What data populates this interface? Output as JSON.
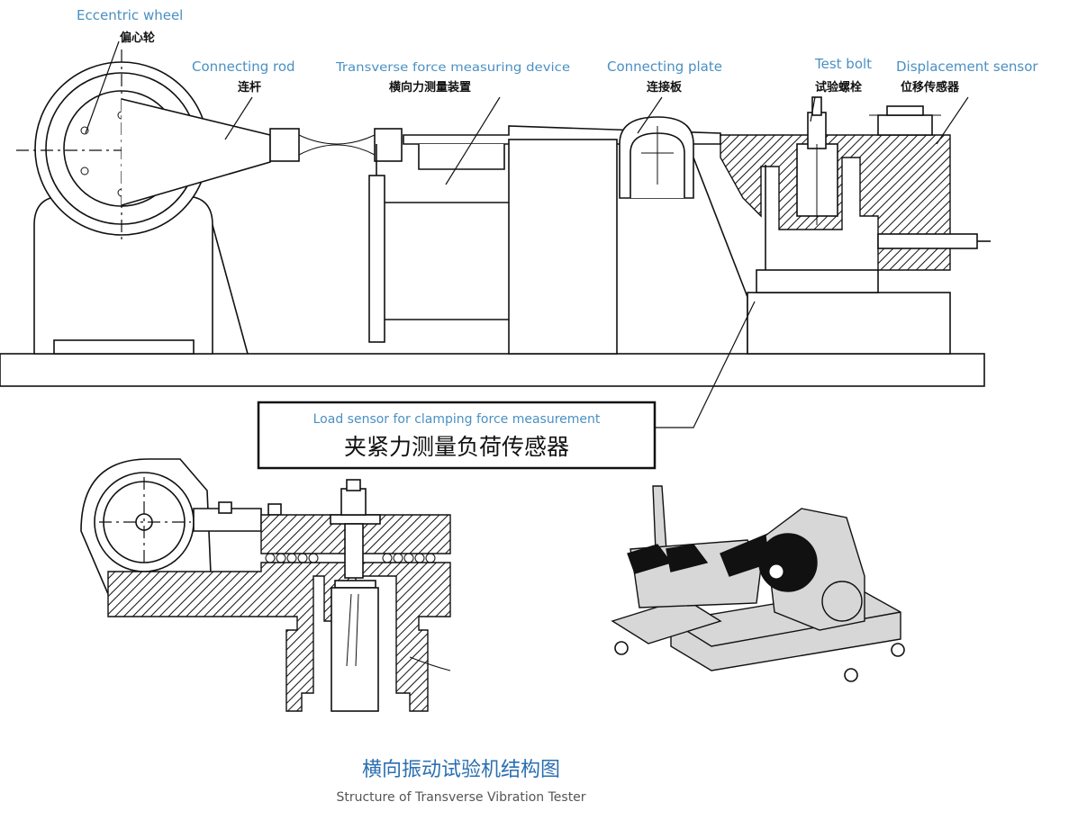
{
  "labels": {
    "eccentric_en": "Eccentric wheel",
    "eccentric_cn": "偏心轮",
    "rod_en": "Connecting rod",
    "rod_cn": "连杆",
    "transverse_en": "Transverse force measuring device",
    "transverse_cn": "横向力测量装置",
    "plate_en": "Connecting plate",
    "plate_cn": "连接板",
    "bolt_en": "Test bolt",
    "bolt_cn": "试验螺栓",
    "disp_en": "Displacement sensor",
    "disp_cn": "位移传感器",
    "load_en": "Load sensor for clamping force measurement",
    "load_cn": "夹紧力测量负荷传感器"
  },
  "caption": {
    "title_cn": "横向振动试验机结构图",
    "title_en": "Structure of Transverse Vibration Tester"
  },
  "colors": {
    "label_blue": "#4a90c2",
    "caption_blue": "#2b6fb0",
    "line": "#111111",
    "fill_grey": "#d7d7d7"
  }
}
